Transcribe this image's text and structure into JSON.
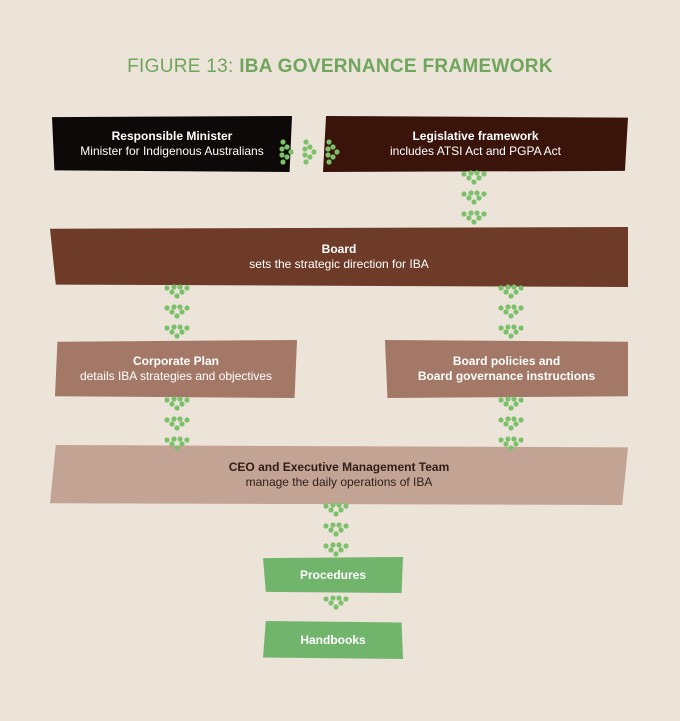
{
  "figure": {
    "label": "FIGURE 13: ",
    "title": "IBA GOVERNANCE FRAMEWORK"
  },
  "boxes": {
    "minister": {
      "title": "Responsible Minister",
      "subtitle": "Minister for Indigenous Australians"
    },
    "legislative": {
      "title": "Legislative framework",
      "subtitle": "includes ATSI Act and PGPA Act"
    },
    "board": {
      "title": "Board",
      "subtitle": "sets the strategic direction for IBA"
    },
    "corporate_plan": {
      "title": "Corporate Plan",
      "subtitle": "details IBA strategies and objectives"
    },
    "board_policies": {
      "title": "Board policies and",
      "subtitle": "Board governance instructions"
    },
    "ceo": {
      "title": "CEO and Executive Management Team",
      "subtitle": "manage the daily operations of IBA"
    },
    "procedures": {
      "title": "Procedures"
    },
    "handbooks": {
      "title": "Handbooks"
    }
  },
  "colors": {
    "background": "#ece4d8",
    "title_green": "#6fa55c",
    "arrow_green": "#7cc06d",
    "minister": "#0d0908",
    "legislative": "#3a140a",
    "board": "#6d3b28",
    "mid_level": "#a47866",
    "ceo": "#c3a394",
    "procedures": "#71b56c"
  },
  "connector_icon": "dotted-chevron-arrow"
}
